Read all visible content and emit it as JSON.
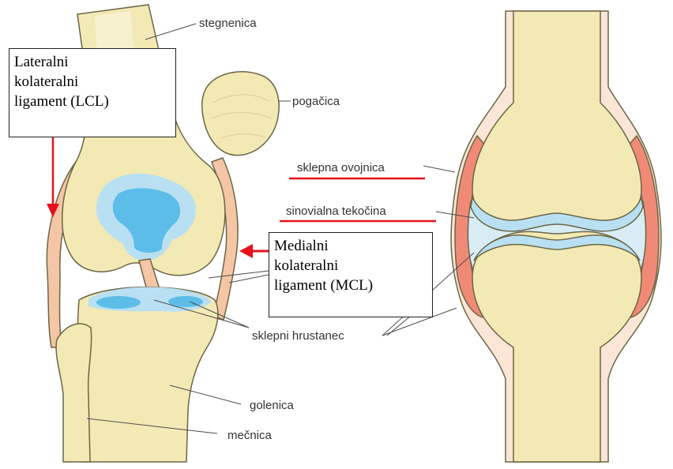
{
  "colors": {
    "bone": "#f3e9b4",
    "bone_outline": "#6b6646",
    "cartilage": "#b9e0f2",
    "cartilage_core": "#5cbde8",
    "ligament": "#f4c6a6",
    "capsule_red": "#f08a76",
    "synovial": "#d8ecf5",
    "leader_line": "#4d4d4d",
    "marker_red": "#e8101a"
  },
  "labels": {
    "stegnenica": "stegnenica",
    "pogacica": "pogačica",
    "sklepna_ovojnica": "sklepna ovojnica",
    "sinovialna_tekocina": "sinovialna tekočina",
    "sklepni_hrustanec": "sklepni hrustanec",
    "golenica": "golenica",
    "mecnica": "mečnica"
  },
  "callouts": {
    "lcl": [
      "Lateralni",
      "kolateralni",
      "ligament (LCL)"
    ],
    "mcl": [
      "Medialni",
      "kolateralni",
      "ligament (MCL)"
    ]
  }
}
